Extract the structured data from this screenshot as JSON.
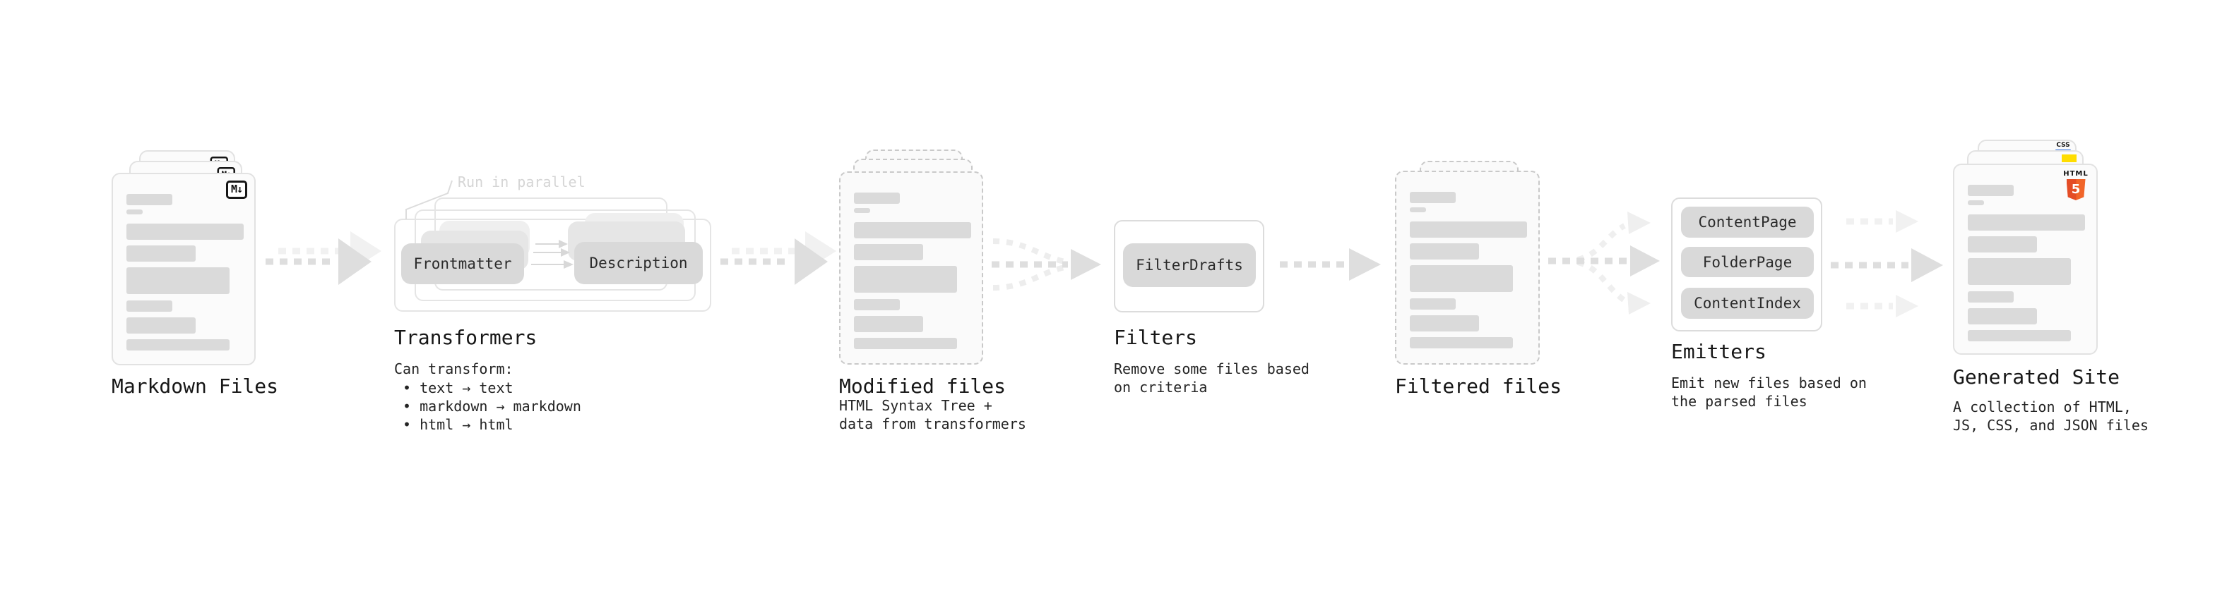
{
  "stages": {
    "markdown": {
      "label": "Markdown Files"
    },
    "transformers": {
      "annotation": "Run in parallel",
      "pill_a": "Frontmatter",
      "pill_b": "Description",
      "label": "Transformers",
      "desc_heading": "Can transform:",
      "bullets": [
        "• text → text",
        "• markdown → markdown",
        "• html → html"
      ]
    },
    "modified": {
      "label": "Modified files",
      "desc1": "HTML Syntax Tree +",
      "desc2": "data from transformers"
    },
    "filters": {
      "label": "Filters",
      "pill": "FilterDrafts",
      "desc1": "Remove some files based",
      "desc2": "on criteria"
    },
    "filtered": {
      "label": "Filtered files"
    },
    "emitters": {
      "label": "Emitters",
      "pills": [
        "ContentPage",
        "FolderPage",
        "ContentIndex"
      ],
      "desc1": "Emit new files based on",
      "desc2": "the parsed files"
    },
    "generated": {
      "label": "Generated Site",
      "desc1": "A collection of HTML,",
      "desc2": "JS, CSS, and JSON files"
    }
  },
  "icons": {
    "markdown_badge": "M↓",
    "html5_label": "HTML",
    "html5_number": "5",
    "css_label": "CSS"
  },
  "colors": {
    "html5_orange": "#e44d26",
    "html5_orange_light": "#f16529",
    "js_yellow": "#ffdd00",
    "css_blue": "#2d6fe0",
    "skeleton_gray": "#dadada",
    "arrow_dark": "#dedede",
    "arrow_light": "#f0f0f0"
  }
}
